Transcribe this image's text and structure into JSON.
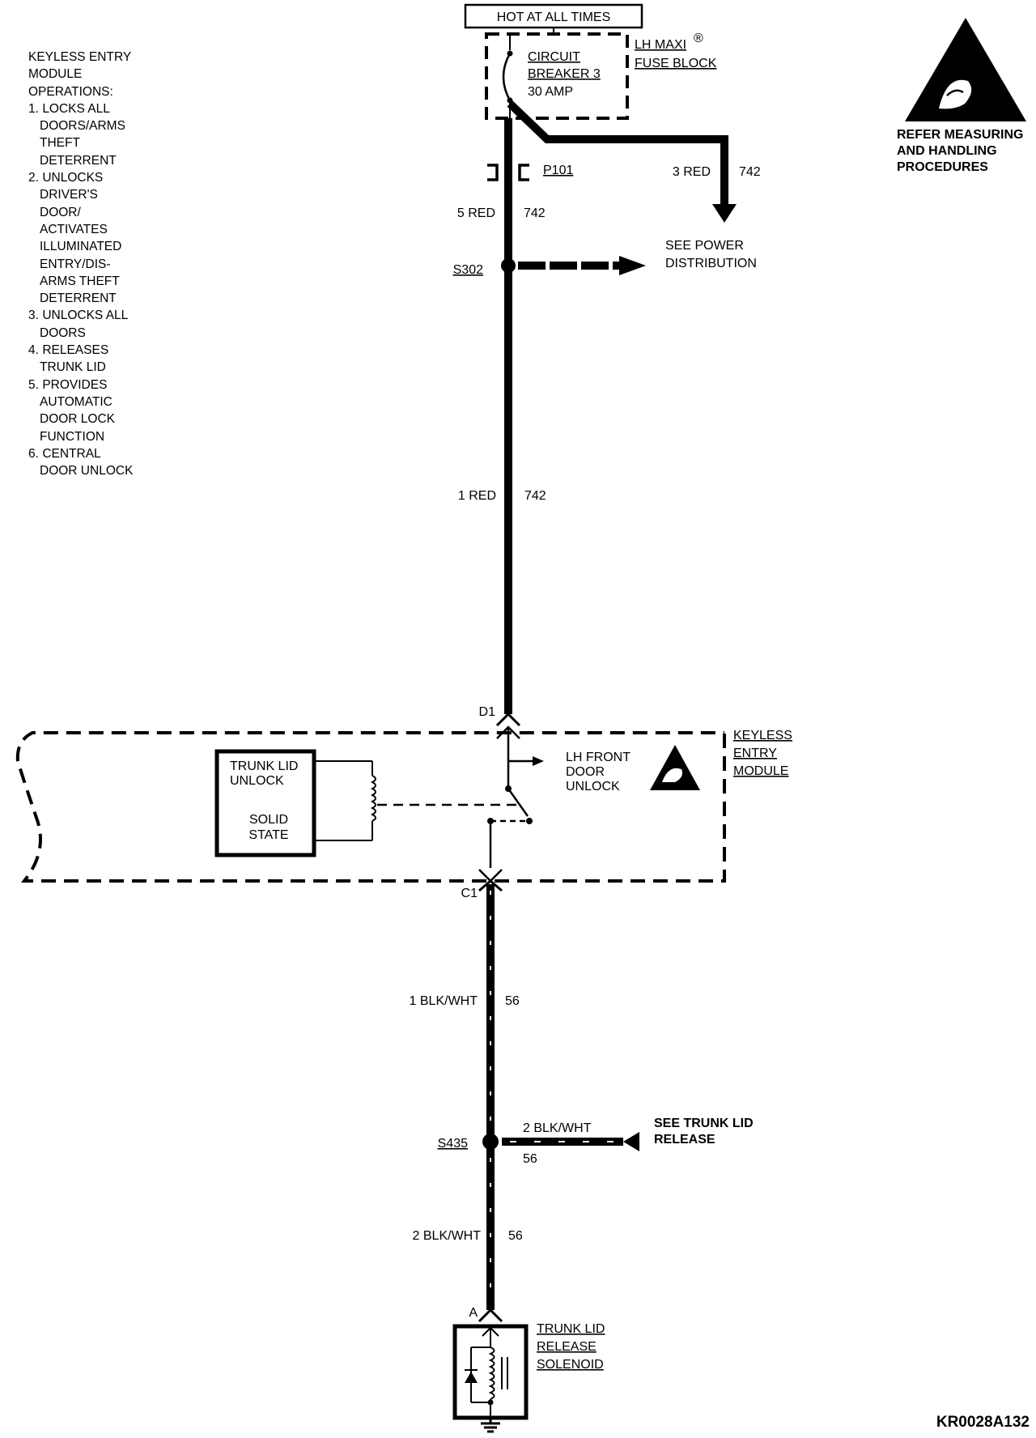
{
  "header": {
    "hot_label": "HOT AT ALL TIMES"
  },
  "fuse_block": {
    "name_line1": "LH MAXI",
    "registered_mark": "®",
    "name_line2": "FUSE BLOCK",
    "breaker_line1": "CIRCUIT",
    "breaker_line2": "BREAKER 3",
    "rating": "30 AMP"
  },
  "operations": {
    "title": [
      "KEYLESS ENTRY",
      "MODULE",
      "OPERATIONS:"
    ],
    "items": [
      {
        "num": "1.",
        "lines": [
          "LOCKS ALL",
          "DOORS/ARMS",
          "THEFT",
          "DETERRENT"
        ]
      },
      {
        "num": "2.",
        "lines": [
          "UNLOCKS",
          "DRIVER'S",
          "DOOR/",
          "ACTIVATES",
          "ILLUMINATED",
          "ENTRY/DIS-",
          "ARMS THEFT",
          "DETERRENT"
        ]
      },
      {
        "num": "3.",
        "lines": [
          "UNLOCKS ALL",
          "DOORS"
        ]
      },
      {
        "num": "4.",
        "lines": [
          "RELEASES",
          "TRUNK LID"
        ]
      },
      {
        "num": "5.",
        "lines": [
          "PROVIDES",
          "AUTOMATIC",
          "DOOR LOCK",
          "FUNCTION"
        ]
      },
      {
        "num": "6.",
        "lines": [
          "CENTRAL",
          "DOOR UNLOCK"
        ]
      }
    ]
  },
  "esd": {
    "lines": [
      "REFER MEASURING",
      "AND HANDLING",
      "PROCEDURES"
    ]
  },
  "connector_p101": "P101",
  "wires": {
    "branch_color": "3 RED",
    "branch_circuit": "742",
    "p101_color": "5 RED",
    "p101_circuit": "742",
    "main_color": "1 RED",
    "main_circuit": "742",
    "blk1_color": "1 BLK/WHT",
    "blk1_circuit": "56",
    "s435_branch_color": "2 BLK/WHT",
    "s435_branch_circuit": "56",
    "blk2_color": "2 BLK/WHT",
    "blk2_circuit": "56"
  },
  "power_dist": {
    "line1": "SEE POWER",
    "line2": "DISTRIBUTION"
  },
  "splices": {
    "s302": "S302",
    "s435": "S435"
  },
  "module": {
    "pin_top": "D1",
    "pin_bottom": "C1",
    "name_line1": "KEYLESS",
    "name_line2": "ENTRY",
    "name_line3": "MODULE",
    "output_line1": "LH FRONT",
    "output_line2": "DOOR",
    "output_line3": "UNLOCK",
    "relay_line1": "TRUNK LID",
    "relay_line2": "UNLOCK",
    "relay_line3": "SOLID",
    "relay_line4": "STATE"
  },
  "trunk_release": {
    "line1": "SEE TRUNK LID",
    "line2": "RELEASE"
  },
  "solenoid": {
    "pin": "A",
    "line1": "TRUNK LID",
    "line2": "RELEASE",
    "line3": "SOLENOID"
  },
  "reference_code": "KR0028A132",
  "colors": {
    "ink": "#000000",
    "paper": "#ffffff"
  }
}
